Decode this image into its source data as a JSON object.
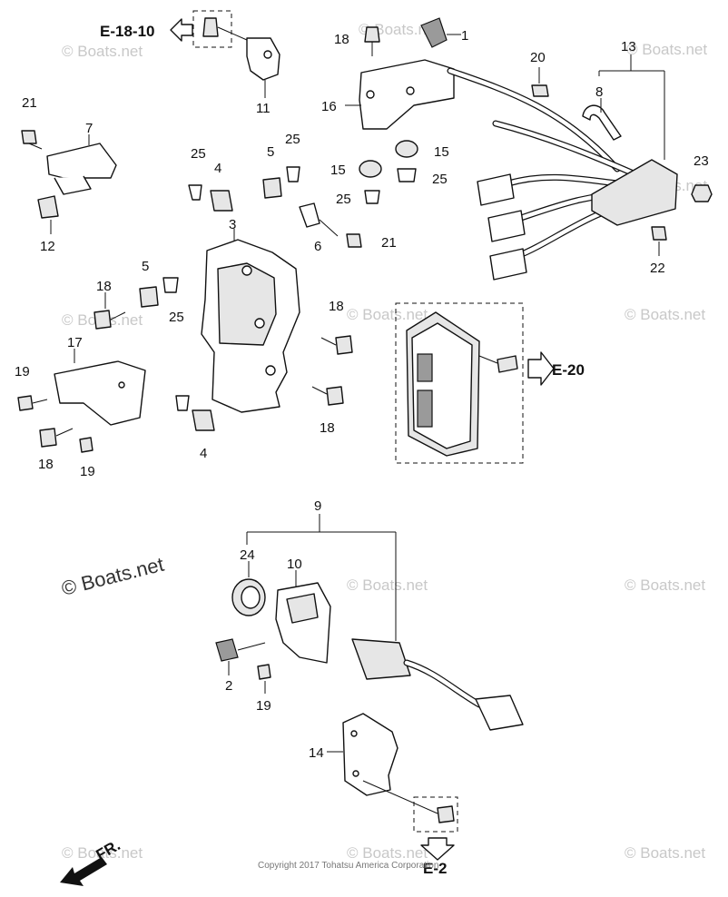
{
  "callouts": [
    "1",
    "2",
    "3",
    "4",
    "4",
    "5",
    "5",
    "6",
    "7",
    "8",
    "9",
    "10",
    "11",
    "12",
    "13",
    "14",
    "15",
    "15",
    "16",
    "17",
    "18",
    "18",
    "18",
    "18",
    "18",
    "19",
    "19",
    "19",
    "20",
    "21",
    "21",
    "22",
    "23",
    "24",
    "25",
    "25",
    "25",
    "25",
    "25"
  ],
  "references": {
    "e18_10": "E-18-10",
    "e20": "E-20",
    "e2": "E-2"
  },
  "front_marker": "FR.",
  "watermarks": [
    "© Boats.net",
    "© Boats.net",
    "© Boats.net",
    "© Boats.net",
    "© Boats.net",
    "© Boats.net",
    "© Boats.net",
    "© Boats.net",
    "© Boats.net",
    "© Boats.net",
    "© Boats.net",
    "© Boats.net"
  ],
  "watermark_main": "© Boats.net",
  "copyright": "Copyright 2017 Tohatsu America Corporation"
}
